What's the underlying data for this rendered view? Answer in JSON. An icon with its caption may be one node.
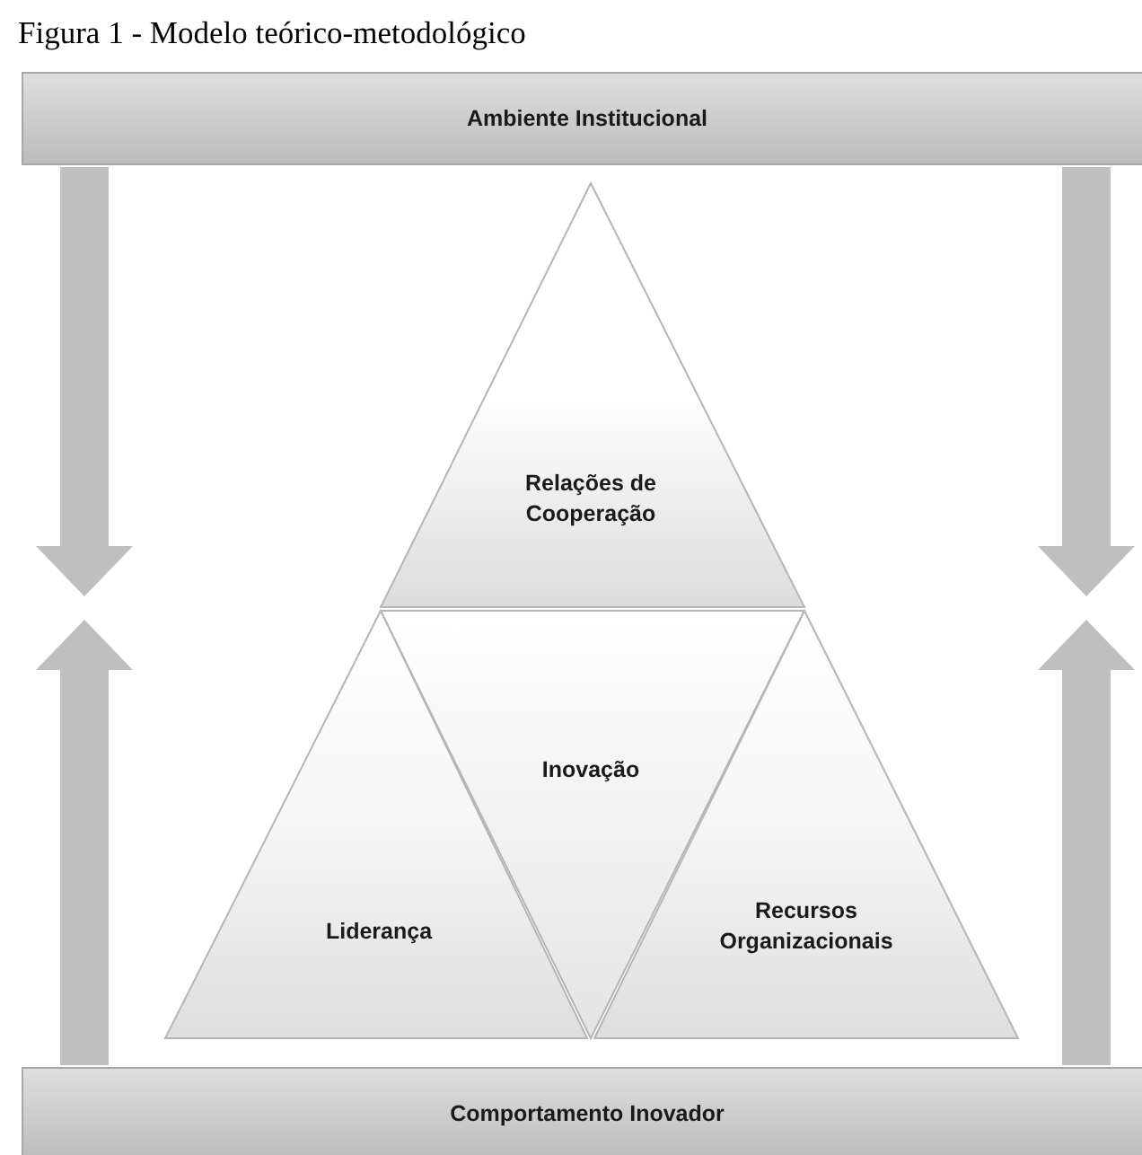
{
  "diagram": {
    "title": "Figura 1 - Modelo teórico-metodológico",
    "nodes": [
      {
        "text": [
          "Ambiente Institucional"
        ]
      },
      {
        "text": [
          "Relações de Cooperação"
        ]
      },
      {
        "text": [
          "Inovação"
        ]
      },
      {
        "text": [
          "Liderança"
        ]
      },
      {
        "text": [
          "Recursos Organizacionais"
        ]
      },
      {
        "text": [
          "Comportamento Inovador"
        ]
      }
    ],
    "edges": [
      {
        "from": 0,
        "to": null,
        "arrow": "to"
      },
      {
        "from": 0,
        "to": null,
        "arrow": "to"
      },
      {
        "from": 5,
        "to": null,
        "arrow": "to"
      },
      {
        "from": 5,
        "to": null,
        "arrow": "to"
      }
    ]
  }
}
